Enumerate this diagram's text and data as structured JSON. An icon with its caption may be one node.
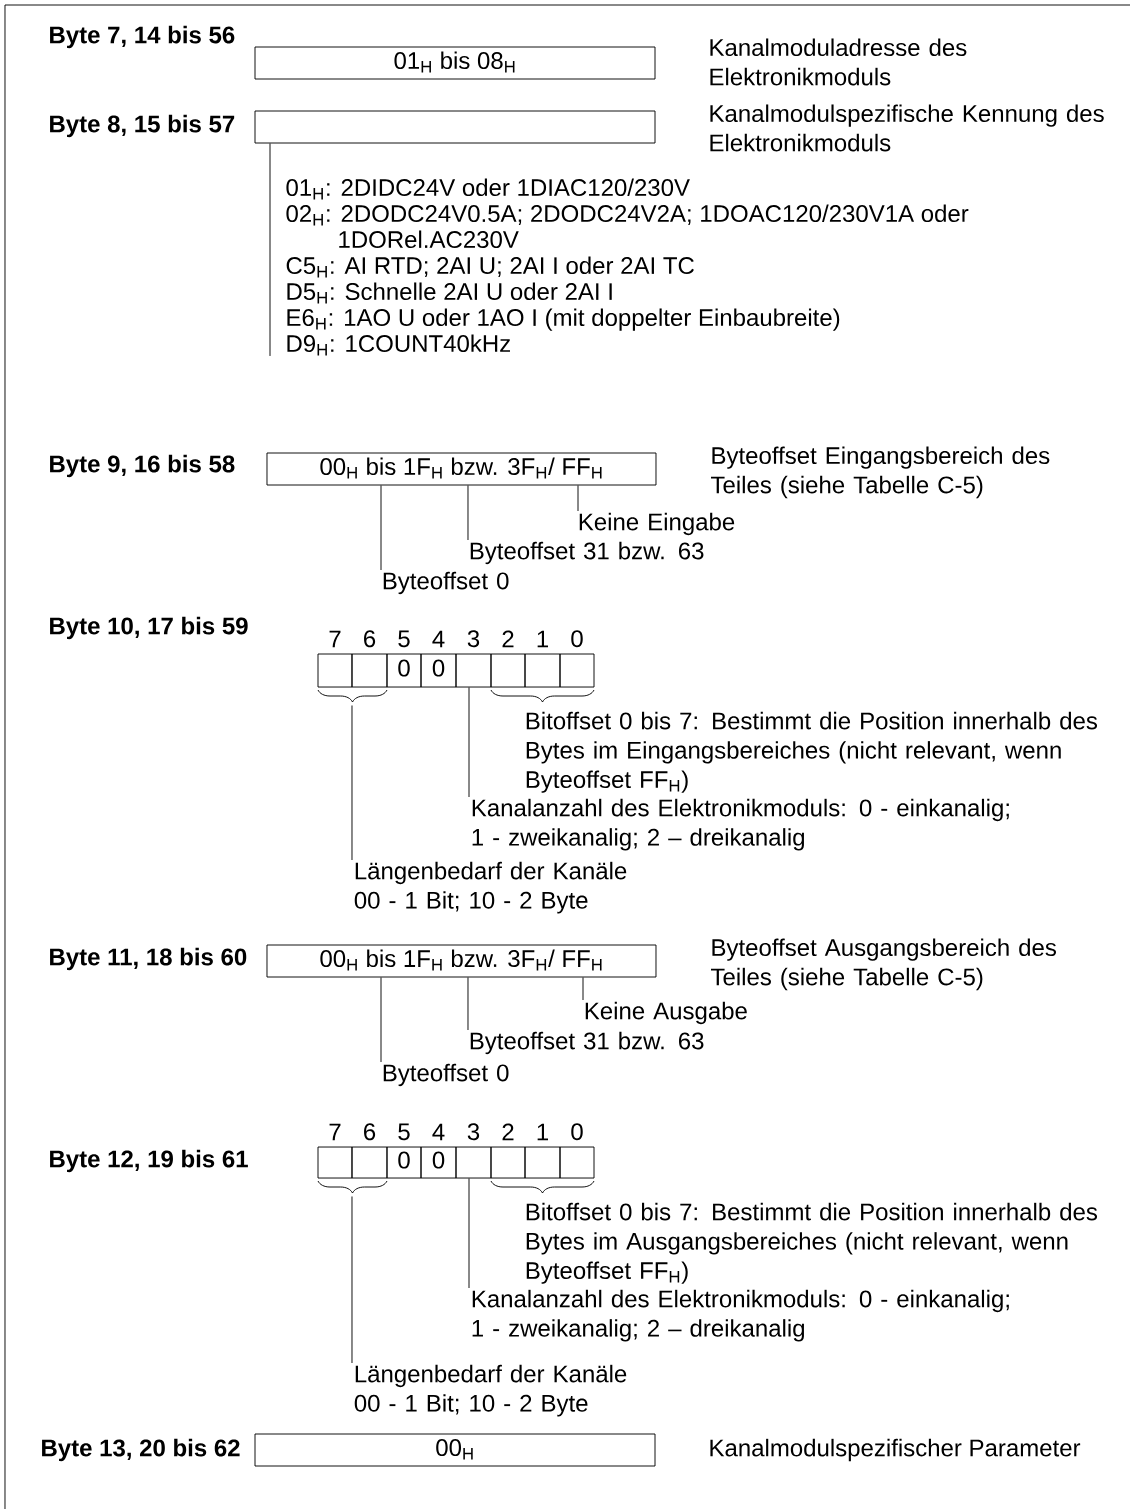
{
  "diagram": {
    "nodes": [
      {
        "text": [
          "01$_{H}$ bis 08$_{H}$"
        ]
      },
      {
        "text": [],
        "shape": "box"
      },
      {
        "text": [
          "01$_{H}$: 2DIDC24V oder 1DIAC120/230V",
          "02$_{H}$: 2DODC24V0.5A; 2DODC24V2A; 1DOAC120/230V1A oder 1DORel.AC230V",
          "C5$_{H}$: AI RTD; 2AI U; 2AI I oder 2AI TC",
          "D5$_{H}$: Schnelle 2AI U oder 2AI I",
          "E6$_{H}$: 1AO U oder 1AO I (mit doppelter Einbaubreite)",
          "D9$_{H}$: 1COUNT40kHz"
        ]
      },
      {
        "text": [
          "00$_{H}$ bis 1F$_{H}$ bzw. 3F$_{H}$/ FF$_{H}$"
        ]
      },
      {
        "text": [
          "Keine Eingabe"
        ]
      },
      {
        "text": [
          "Byteoffset 31 bzw. 63"
        ]
      },
      {
        "text": [
          "Byteoffset 0"
        ]
      },
      {
        "text": [],
        "shape": "box",
        "beside": [
          "7"
        ]
      },
      {
        "text": [],
        "shape": "box",
        "beside": [
          "6"
        ]
      },
      {
        "text": [
          "0"
        ],
        "beside": [
          "5"
        ]
      },
      {
        "text": [
          "0"
        ],
        "beside": [
          "4"
        ]
      },
      {
        "text": [],
        "shape": "box",
        "beside": [
          "3"
        ]
      },
      {
        "text": [],
        "shape": "box",
        "beside": [
          "2"
        ]
      },
      {
        "text": [],
        "shape": "box",
        "beside": [
          "1"
        ]
      },
      {
        "text": [],
        "shape": "box",
        "beside": [
          "0"
        ]
      },
      {
        "text": [
          "Bitoffset 0 bis 7: Bestimmt die Position innerhalb des Bytes im Eingangsbereiches (nicht relevant, wenn Byteoffset FF$_{H}$)"
        ]
      },
      {
        "text": [
          "Kanalanzahl des Elektronikmoduls: 0 - einkanalig; 1 - zweikanalig; 2 – dreikanalig"
        ]
      },
      {
        "text": [
          "Längenbedarf der Kanäle 00 - 1 Bit; 10 - 2 Byte"
        ]
      },
      {
        "text": [
          "00$_{H}$ bis 1F$_{H}$ bzw. 3F$_{H}$/ FF$_{H}$"
        ]
      },
      {
        "text": [
          "Keine Ausgabe"
        ]
      },
      {
        "text": [
          "Byteoffset 31 bzw. 63"
        ]
      },
      {
        "text": [
          "Byteoffset 0"
        ]
      },
      {
        "text": [],
        "shape": "box",
        "beside": [
          "7"
        ]
      },
      {
        "text": [],
        "shape": "box",
        "beside": [
          "6"
        ]
      },
      {
        "text": [
          "0"
        ],
        "beside": [
          "5"
        ]
      },
      {
        "text": [
          "0"
        ],
        "beside": [
          "4"
        ]
      },
      {
        "text": [],
        "shape": "box",
        "beside": [
          "3"
        ]
      },
      {
        "text": [],
        "shape": "box",
        "beside": [
          "2"
        ]
      },
      {
        "text": [],
        "shape": "box",
        "beside": [
          "1"
        ]
      },
      {
        "text": [],
        "shape": "box",
        "beside": [
          "0"
        ]
      },
      {
        "text": [
          "Bitoffset 0 bis 7: Bestimmt die Position innerhalb des Bytes im Ausgangsbereiches (nicht relevant, wenn Byteoffset FF$_{H}$)"
        ]
      },
      {
        "text": [
          "Kanalanzahl des Elektronikmoduls: 0 - einkanalig; 1 - zweikanalig; 2 – dreikanalig"
        ]
      },
      {
        "text": [
          "Längenbedarf der Kanäle 00 - 1 Bit; 10 - 2 Byte"
        ]
      },
      {
        "text": [
          "00$_{H}$"
        ]
      }
    ],
    "edges": [
      {
        "from": 2,
        "to": 1,
        "arrow": "none"
      },
      {
        "from": 4,
        "to": 3,
        "arrow": "none"
      },
      {
        "from": 5,
        "to": 3,
        "arrow": "none"
      },
      {
        "from": 6,
        "to": 3,
        "arrow": "none"
      },
      {
        "from": 16,
        "to": 11,
        "arrow": "none"
      },
      {
        "from": 17,
        "to": 7,
        "arrow": "none"
      },
      {
        "from": 19,
        "to": 18,
        "arrow": "none"
      },
      {
        "from": 20,
        "to": 18,
        "arrow": "none"
      },
      {
        "from": 21,
        "to": 18,
        "arrow": "none"
      },
      {
        "from": 31,
        "to": 26,
        "arrow": "none"
      },
      {
        "from": 32,
        "to": 22,
        "arrow": "none"
      }
    ],
    "labels": [
      "Byte 7, 14 bis 56",
      "Kanalmoduladresse des Elektronikmoduls",
      "Byte 8, 15 bis 57",
      "Kanalmodulspezifische Kennung des Elektronikmoduls",
      "Byte 9, 16 bis 58",
      "Byteoffset Eingangsbereich des Teiles (siehe Tabelle C-5)",
      "Byte 10, 17 bis 59",
      "Byte 11, 18 bis 60",
      "Byteoffset Ausgangsbereich des Teiles (siehe Tabelle C-5)",
      "Byte 12, 19 bis 61",
      "Byte 13, 20 bis 62",
      "Kanalmodulspezifischer Parameter"
    ]
  }
}
